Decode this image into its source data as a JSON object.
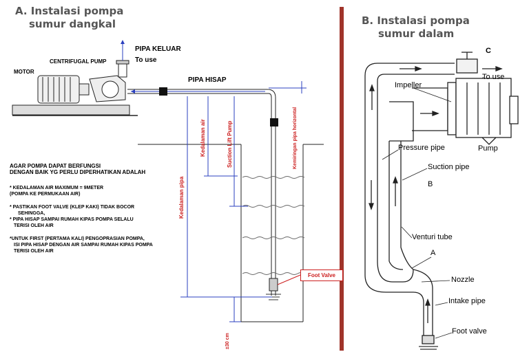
{
  "panel_a": {
    "title_line1": "A. Instalasi pompa",
    "title_line2": "sumur dangkal",
    "labels": {
      "motor": "MOTOR",
      "centrifugal_pump": "CENTRIFUGAL PUMP",
      "pipa_keluar": "PIPA KELUAR",
      "to_use": "To use",
      "pipa_hisap": "PIPA HISAP",
      "kedalaman_air": "Kedalaman air",
      "suction_lift_pump": "Suction Lift Pump",
      "kemiringan_pipa_horizontal": "Kemiringan pipa horizontal",
      "kedalaman_pipa": "Kedalaman pipa",
      "foot_valve": "Foot Valve",
      "depth_30cm": "±30 cm"
    },
    "notes": {
      "heading_line1": "AGAR POMPA DAPAT BERFUNGSI",
      "heading_line2": "DENGAN BAIK YG PERLU DIPERHATIKAN ADALAH",
      "item1_line1": "* KEDALAMAN AIR MAXIMUM = 9METER",
      "item1_line2": "(POMPA KE PERMUKAAN AIR)",
      "item2_line1": "* PASTIKAN  FOOT VALVE (KLEP KAKI) TIDAK BOCOR",
      "item2_line2": "SEHINGGA,",
      "item3_line1": "* PIPA HISAP SAMPAI RUMAH KIPAS POMPA SELALU",
      "item3_line2": "TERISI  OLEH AIR",
      "item4_line1": "*UNTUK FIRST (PERTAMA KALI) PENGOPRASIAN POMPA,",
      "item4_line2": "ISI PIPA HISAP  DENGAN AIR SAMPAI RUMAH KIPAS POMPA",
      "item4_line3": "TERISI  OLEH AIR"
    }
  },
  "panel_b": {
    "title_line1": "B. Instalasi pompa",
    "title_line2": "sumur dalam",
    "labels": {
      "c": "C",
      "impeller": "Impeller",
      "to_use": "To use",
      "pump": "Pump",
      "pressure_pipe": "Pressure pipe",
      "suction_pipe": "Suction pipe",
      "b": "B",
      "venturi_tube": "Venturi tube",
      "a": "A",
      "nozzle": "Nozzle",
      "intake_pipe": "Intake pipe",
      "foot_valve": "Foot valve"
    }
  },
  "colors": {
    "divider": "#a0342a",
    "annotation_red": "#cc1e1e",
    "dimension_blue": "#2a3fbf",
    "title_grey": "#555555"
  }
}
